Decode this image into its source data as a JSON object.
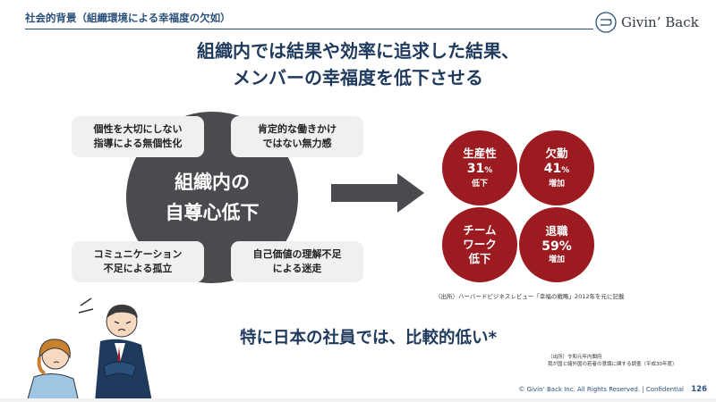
{
  "header": {
    "section_title": "社会的背景（組織環境による幸福度の欠如）",
    "logo_text": "Givin’ Back"
  },
  "headline": {
    "line1": "組織内では結果や効率に追求した結果、",
    "line2": "メンバーの幸福度を低下させる"
  },
  "center": {
    "line1": "組織内の",
    "line2": "自尊心低下"
  },
  "boxes": {
    "top_left": [
      "個性を大切にしない",
      "指導による無個性化"
    ],
    "top_right": [
      "肯定的な働きかけ",
      "ではない無力感"
    ],
    "bottom_left": [
      "コミュニケーション",
      "不足による孤立"
    ],
    "bottom_right": [
      "自己価値の理解不足",
      "による迷走"
    ]
  },
  "stats": [
    {
      "label": "生産性",
      "value": "31",
      "unit": "%",
      "change": "低下"
    },
    {
      "label": "欠勤",
      "value": "41",
      "unit": "%",
      "change": "増加"
    },
    {
      "label_lines": [
        "チーム",
        "ワーク",
        "低下"
      ]
    },
    {
      "label": "退職",
      "value": "59%",
      "change": "増加"
    }
  ],
  "sources": {
    "hbr": "（出所）ハーバードビジネスレビュー「幸福の戦略」2012年を元に記載",
    "cabinet_line1": "（出所）令和元年内閣府",
    "cabinet_line2": "我が国と諸外国の若者の意識に関する調査（平成30年度）"
  },
  "bottom_message": "特に日本の社員では、比較的低い*",
  "footer": {
    "copyright": "© Givin’ Back Inc. All Rights Reserved.",
    "confidential": "Confidential",
    "page_number": "126"
  },
  "colors": {
    "navy": "#1f3a5c",
    "accent_red": "#9b1b20",
    "circle_gray": "#4a4b4e",
    "box_gray": "#f0f0f0"
  },
  "icons": [
    "givin-back-logo-icon",
    "right-arrow-icon",
    "frustrated-people-illustration"
  ]
}
